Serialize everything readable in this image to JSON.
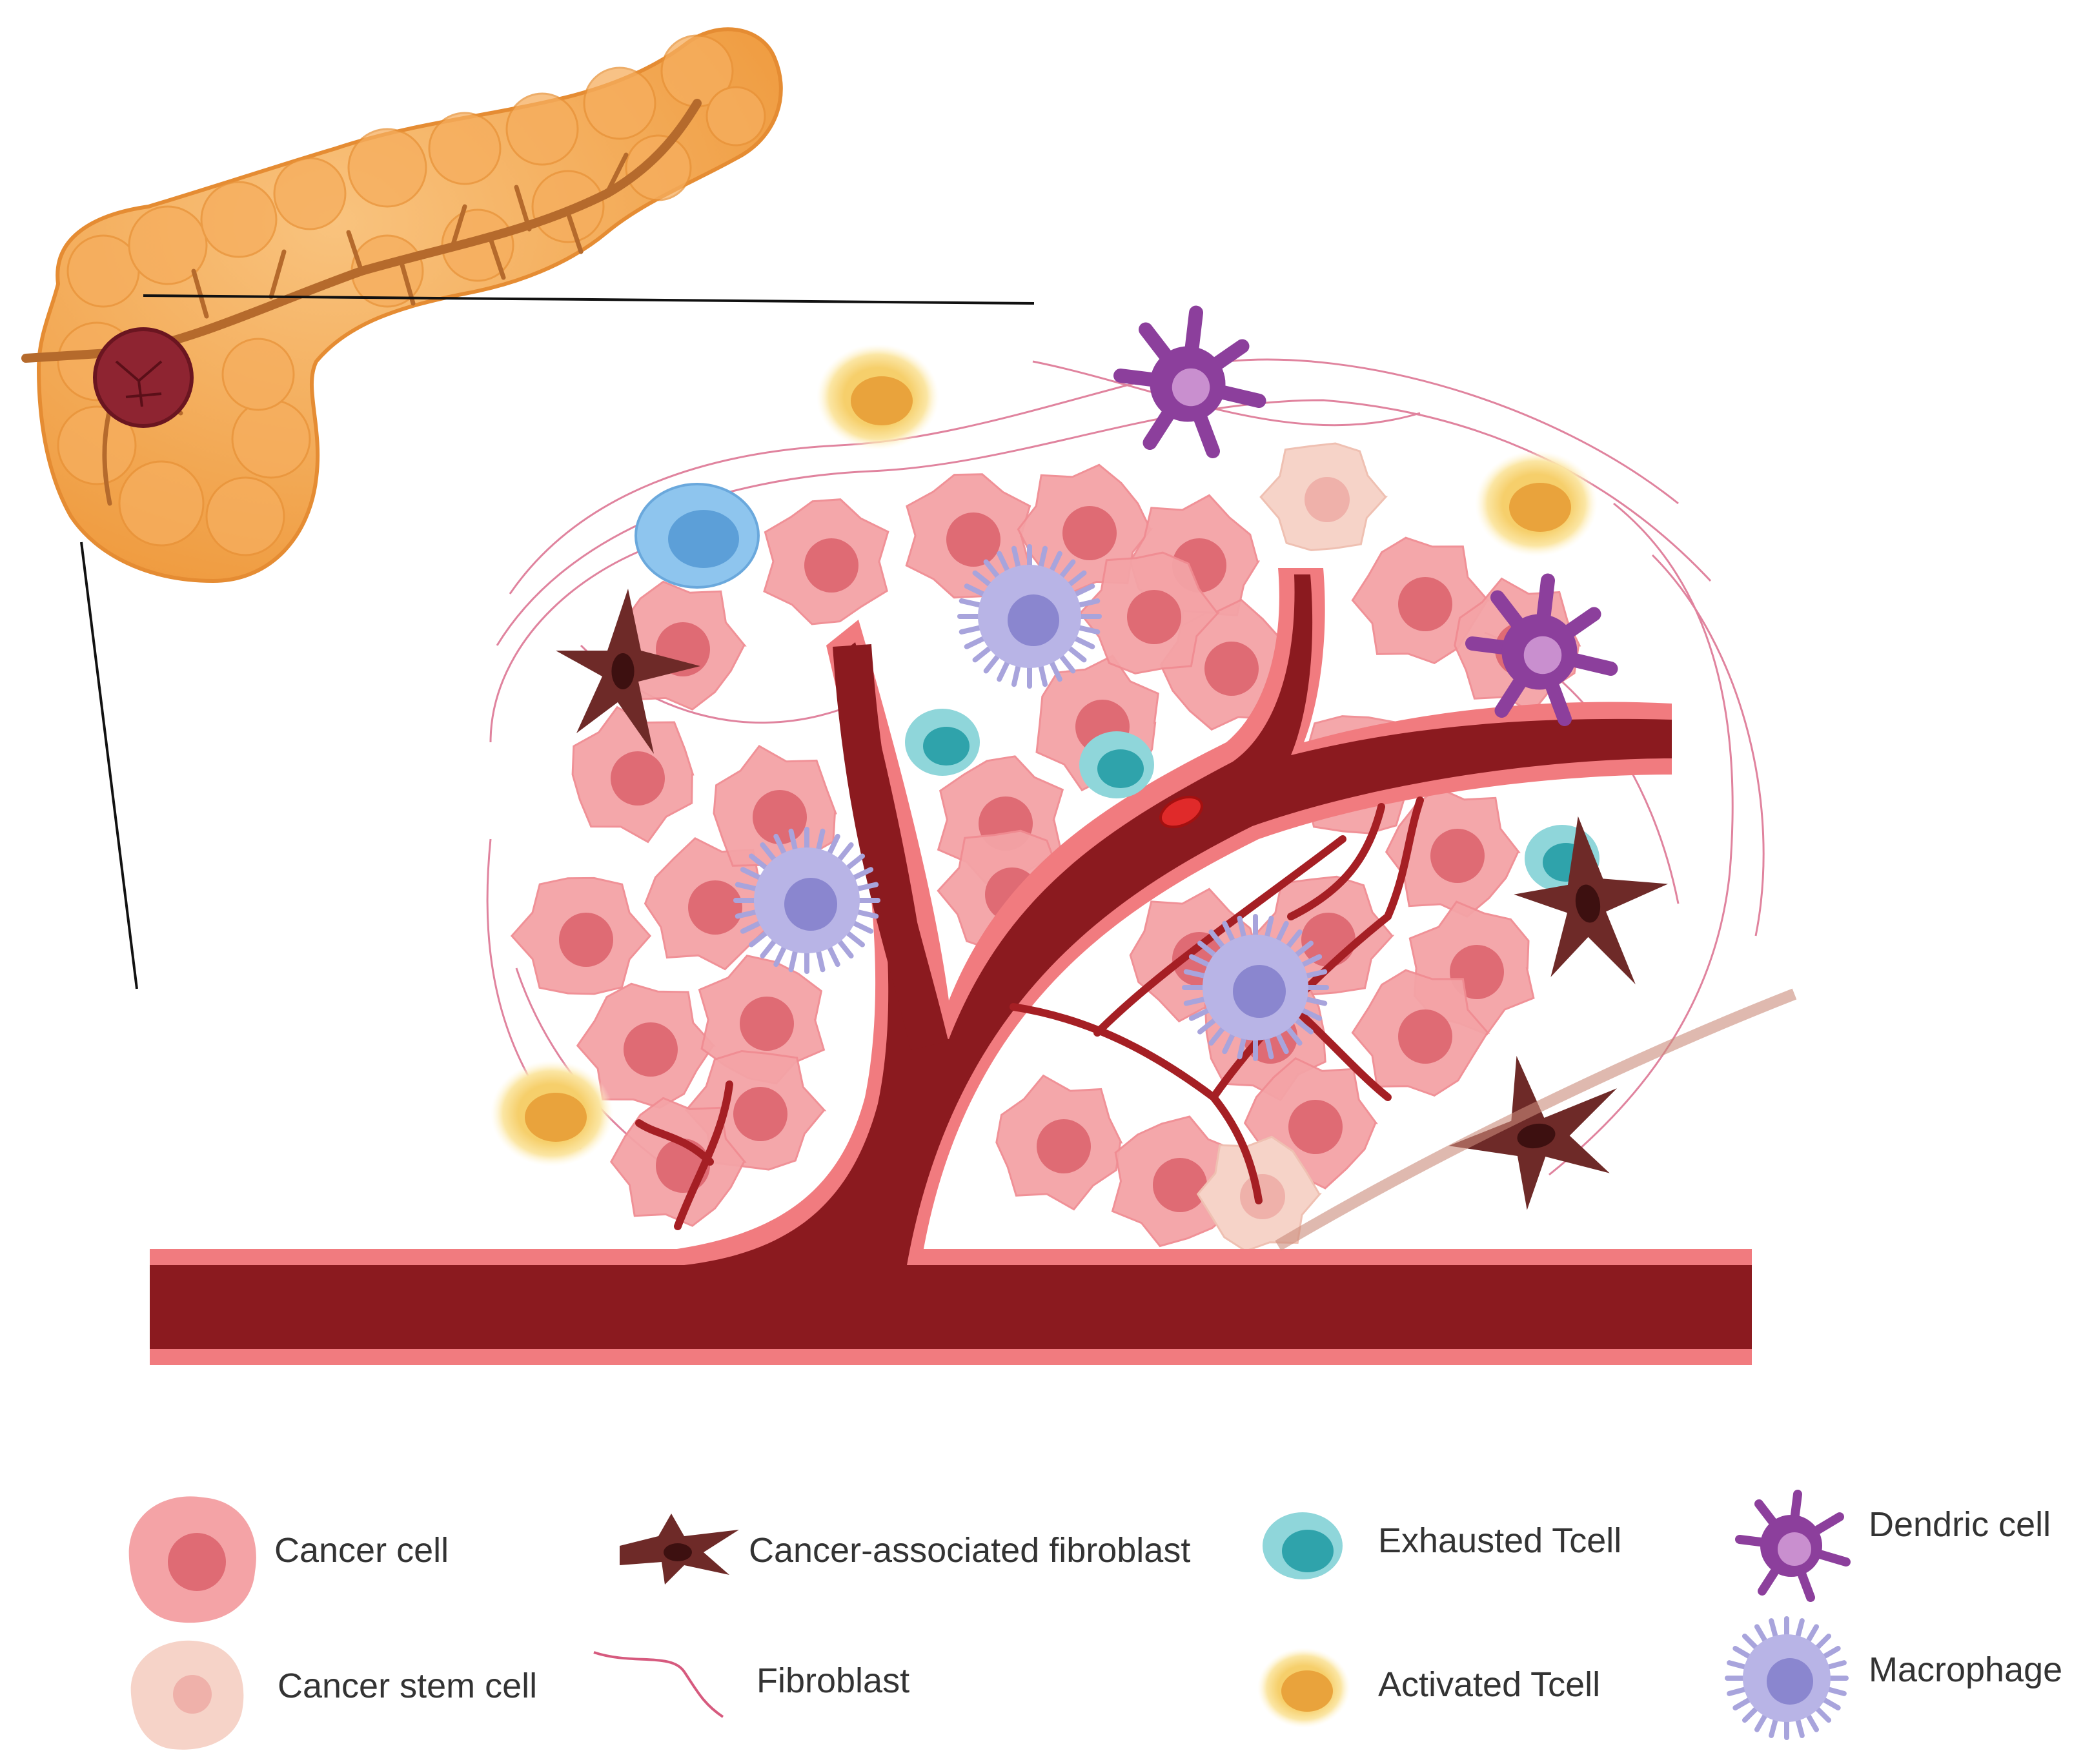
{
  "colors": {
    "pancreas": "#f3a24a",
    "pancreas_light": "#f8be73",
    "duct": "#b56a2c",
    "tumor": "#8e2431",
    "vessel_inner": "#8b1a1f",
    "vessel_outer": "#f17b7f",
    "cancer_cell": "#f4a3a6",
    "cancer_cell_nucleus": "#df6b74",
    "cancer_stem_cell": "#f6d3c8",
    "stem_nucleus": "#efb1aa",
    "caf": "#6e2a28",
    "fibroblast": "#d65a7e",
    "exhausted_tcell": "#5ec3c8",
    "activated_tcell": "#f2be55",
    "dendritic_cell": "#8c3f9c",
    "macrophage": "#a8a4dc",
    "blue_cell": "#8ec5ee"
  },
  "legend": [
    {
      "label": "Cancer cell",
      "icon": "cancer-cell-icon"
    },
    {
      "label": "Cancer-associated fibroblast",
      "icon": "caf-icon"
    },
    {
      "label": "Exhausted  Tcell",
      "icon": "exhausted-tcell-icon"
    },
    {
      "label": "Dendric cell",
      "icon": "dendritic-cell-icon"
    },
    {
      "label": "Cancer stem cell",
      "icon": "cancer-stem-cell-icon"
    },
    {
      "label": "Fibroblast",
      "icon": "fibroblast-icon"
    },
    {
      "label": "Activated  Tcell",
      "icon": "activated-tcell-icon"
    },
    {
      "label": "Macrophage",
      "icon": "macrophage-icon"
    }
  ]
}
